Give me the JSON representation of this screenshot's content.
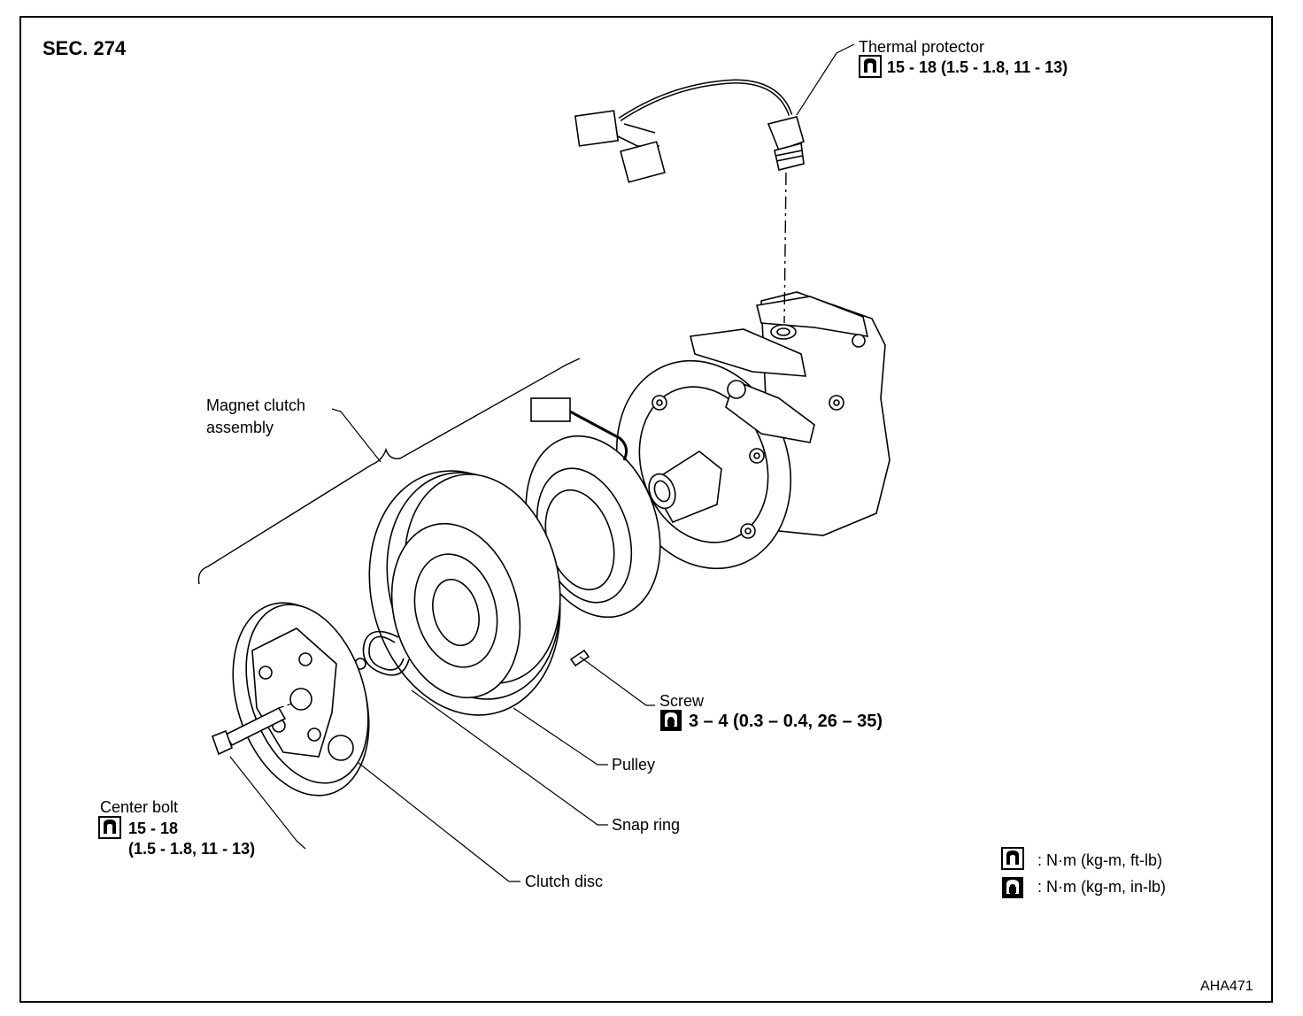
{
  "section": "SEC. 274",
  "code": "AHA471",
  "labels": {
    "thermal_protector": {
      "name": "Thermal protector",
      "spec": "15 - 18 (1.5 - 1.8, 11 - 13)"
    },
    "magnet_clutch": {
      "line1": "Magnet clutch",
      "line2": "assembly"
    },
    "screw": {
      "name": "Screw",
      "spec": "3 – 4 (0.3 – 0.4, 26 – 35)"
    },
    "pulley": "Pulley",
    "snap_ring": "Snap ring",
    "clutch_disc": "Clutch disc",
    "center_bolt": {
      "name": "Center bolt",
      "spec1": "15 - 18",
      "spec2": "(1.5 - 1.8, 11 - 13)"
    }
  },
  "legend": [
    {
      "icon": "torque-wrench-icon",
      "text": ": N·m (kg-m, ft-lb)"
    },
    {
      "icon": "torque-wrench-filled-icon",
      "text": ": N·m (kg-m, in-lb)"
    }
  ]
}
